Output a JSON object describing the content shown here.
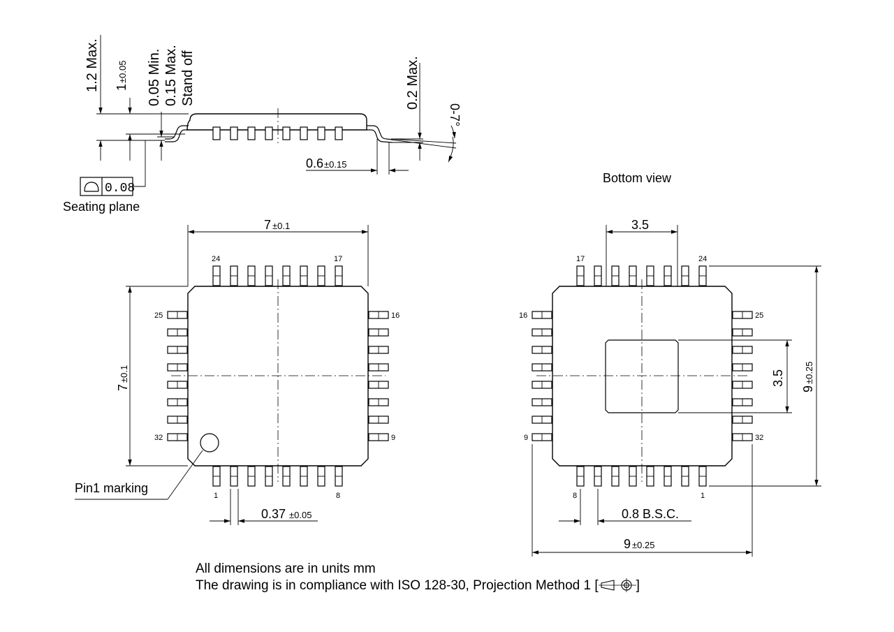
{
  "side_view": {
    "labels": {
      "max_height": "1.2 Max.",
      "body_thickness_value": "1",
      "body_thickness_tol": "±0.05",
      "standoff_min": "0.05 Min.",
      "standoff_max": "0.15 Max.",
      "standoff_label": "Stand off",
      "lead_thickness": "0.2 Max.",
      "lead_angle": "0-7°",
      "foot_length_value": "0.6",
      "foot_length_tol": "±0.15"
    },
    "flatness": {
      "value": "0.08",
      "caption": "Seating plane"
    }
  },
  "top_view": {
    "width_value": "7",
    "width_tol": "±0.1",
    "height_value": "7",
    "height_tol": "±0.1",
    "pin_width_value": "0.37",
    "pin_width_tol": "±0.05",
    "pin_labels": {
      "top_left": "24",
      "top_right": "17",
      "left_top": "25",
      "right_top": "16",
      "left_bottom": "32",
      "right_bottom": "9",
      "bottom_left": "1",
      "bottom_right": "8"
    },
    "pin1_marking": "Pin1 marking"
  },
  "bottom_view": {
    "title": "Bottom view",
    "pad_width": "3.5",
    "pad_height": "3.5",
    "overall_height_value": "9",
    "overall_height_tol": "±0.25",
    "overall_width_value": "9",
    "overall_width_tol": "±0.25",
    "pitch": "0.8 B.S.C.",
    "pin_labels": {
      "top_left": "17",
      "top_right": "24",
      "left_top": "16",
      "right_top": "25",
      "left_bottom": "9",
      "right_bottom": "32",
      "bottom_left": "8",
      "bottom_right": "1"
    }
  },
  "notes": {
    "units": "All dimensions are in units mm",
    "compliance": "The drawing is in compliance with ISO 128-30, Projection Method 1 [",
    "compliance_end": "]"
  }
}
